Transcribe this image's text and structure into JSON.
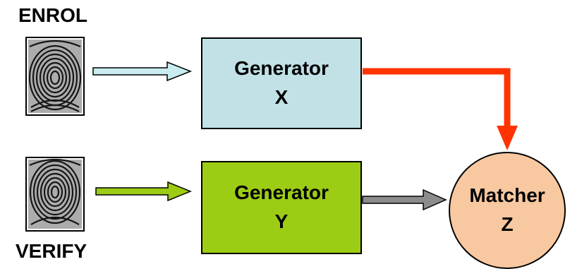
{
  "labels": {
    "top": "ENROL",
    "bottom": "VERIFY"
  },
  "generator_x": {
    "line1": "Generator",
    "line2": "X",
    "fill": "#c1e1e6"
  },
  "generator_y": {
    "line1": "Generator",
    "line2": "Y",
    "fill": "#9ccc14"
  },
  "matcher": {
    "line1": "Matcher",
    "line2": "Z",
    "fill": "#f8c8a0"
  },
  "colors": {
    "enrol_arrow": "#c8ecef",
    "verify_arrow": "#9ccc14",
    "feed_arrow": "#8c8c8c",
    "template_arrow": "#ff3300"
  },
  "icons": {
    "enrol_image": "fingerprint-icon",
    "verify_image": "fingerprint-icon"
  }
}
